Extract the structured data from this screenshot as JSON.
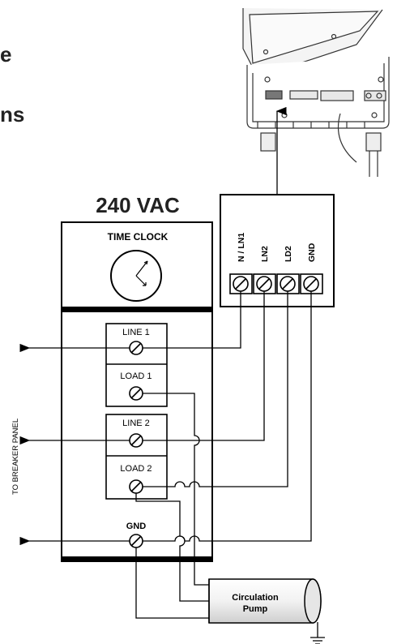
{
  "heading_fragments": {
    "line_1": "e",
    "line_2": "ns"
  },
  "voltage_label": "240 VAC",
  "time_clock_label": "TIME CLOCK",
  "remote_terminal_labels": [
    "N / LN1",
    "LN2",
    "LD2",
    "GND"
  ],
  "time_clock_terminals": {
    "line1": "LINE 1",
    "load1": "LOAD 1",
    "line2": "LINE 2",
    "load2": "LOAD 2",
    "gnd": "GND"
  },
  "breaker_panel_label": "TO BREAKER PANEL",
  "pump_label_line1": "Circulation",
  "pump_label_line2": "Pump"
}
